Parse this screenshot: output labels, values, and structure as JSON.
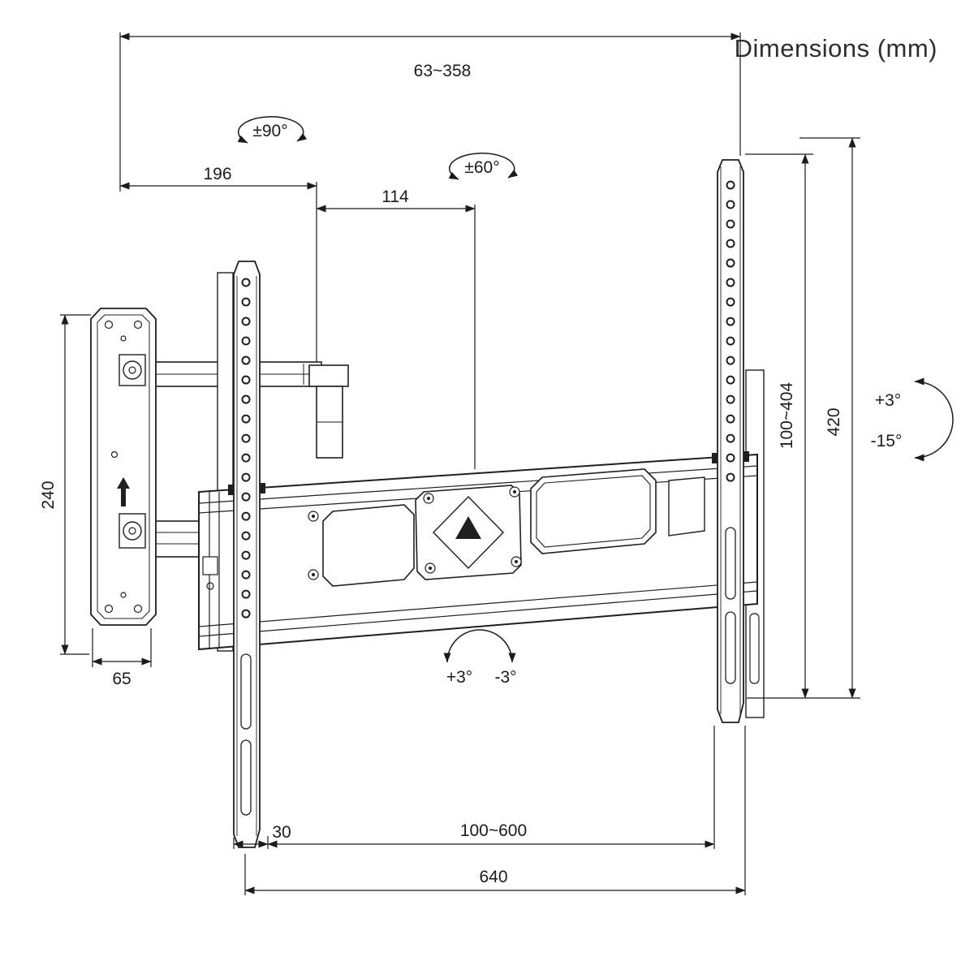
{
  "title": "Dimensions (mm)",
  "labels": {
    "extension_range": "63~358",
    "swivel_wall": "±90°",
    "swivel_tv": "±60°",
    "arm_length": "196",
    "arm_offset": "114",
    "plate_height": "240",
    "plate_width": "65",
    "vesa_height_range": "100~404",
    "rail_height": "420",
    "tilt_up": "+3°",
    "tilt_down": "-15°",
    "level_plus": "+3°",
    "level_minus": "-3°",
    "edge_offset": "30",
    "vesa_width_range": "100~600",
    "total_width": "640"
  },
  "colors": {
    "line": "#1f1f1f",
    "dimension": "#1b1b1b",
    "background": "#ffffff"
  }
}
